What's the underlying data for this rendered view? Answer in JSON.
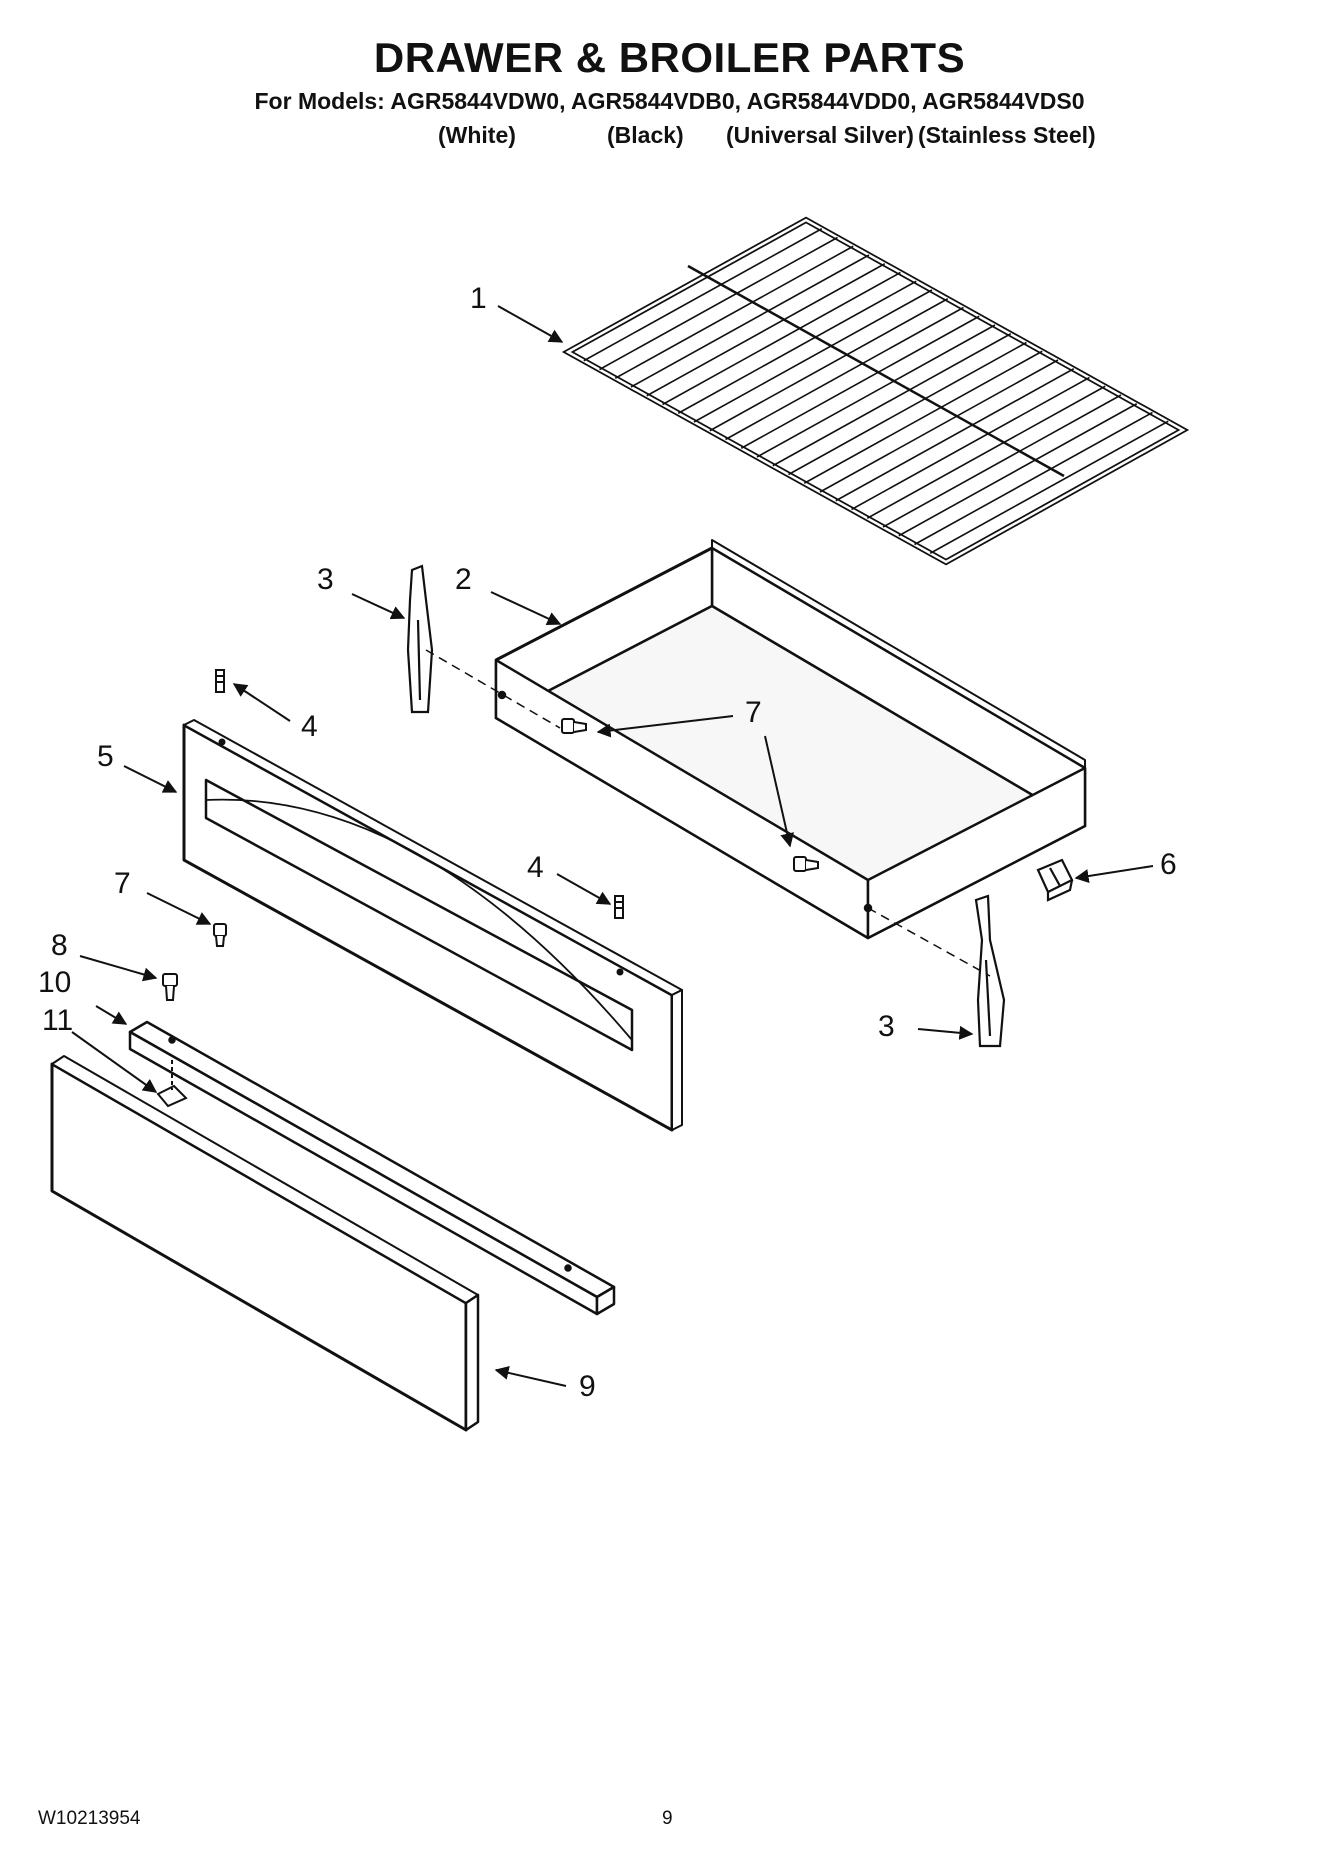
{
  "header": {
    "title": "DRAWER & BROILER PARTS",
    "models_line": "For Models: AGR5844VDW0, AGR5844VDB0, AGR5844VDD0, AGR5844VDS0",
    "variants": [
      "(White)",
      "(Black)",
      "(Universal Silver)",
      "(Stainless Steel)"
    ]
  },
  "callouts": {
    "c1": "1",
    "c2": "2",
    "c3a": "3",
    "c3b": "3",
    "c4a": "4",
    "c4b": "4",
    "c5": "5",
    "c6": "6",
    "c7a": "7",
    "c7b": "7",
    "c8": "8",
    "c9": "9",
    "c10": "10",
    "c11": "11"
  },
  "footer": {
    "doc_number": "W10213954",
    "page_number": "9"
  }
}
